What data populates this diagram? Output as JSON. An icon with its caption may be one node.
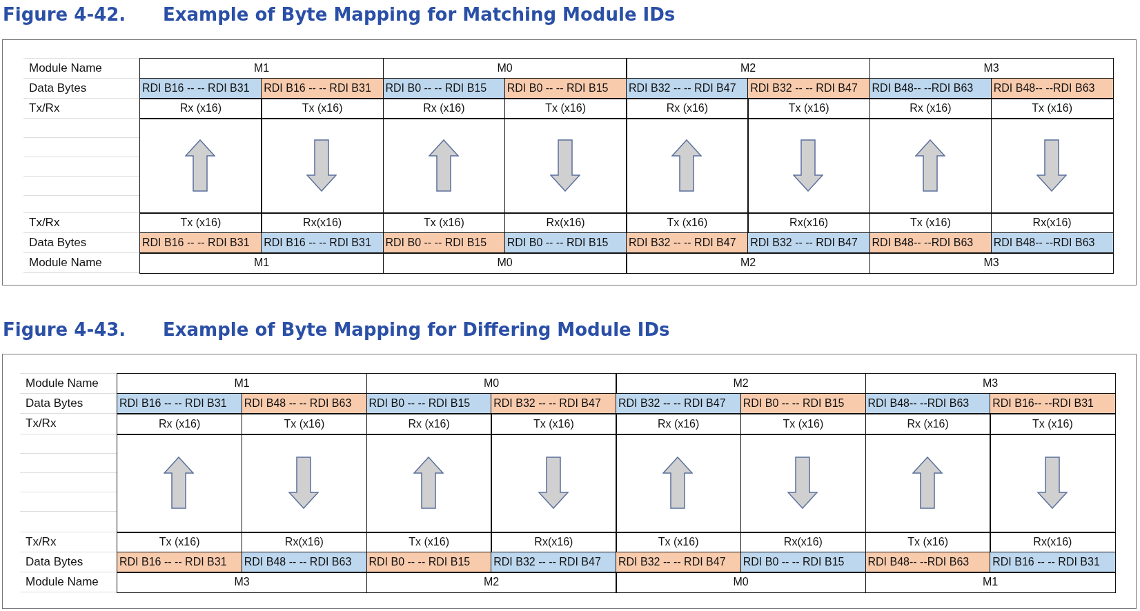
{
  "diagram": {
    "labels": [
      "Figure 4-42.",
      "Example of Byte Mapping for Matching Module IDs",
      "Module Name",
      "M1",
      "M0",
      "M2",
      "M3",
      "Data Bytes",
      "RDI B16 -- -- RDI B31",
      "RDI B16 -- -- RDI B31",
      "RDI B0 -- -- RDI B15",
      "RDI B0 -- -- RDI B15",
      "RDI B32 -- -- RDI B47",
      "RDI B32 -- -- RDI B47",
      "RDI B48-- --RDI B63",
      "RDI B48-- --RDI B63",
      "Tx/Rx",
      "Rx (x16)",
      "Tx (x16)",
      "Rx (x16)",
      "Tx (x16)",
      "Rx (x16)",
      "Tx (x16)",
      "Rx (x16)",
      "Tx (x16)",
      "Tx/Rx",
      "Tx (x16)",
      "Rx(x16)",
      "Tx (x16)",
      "Rx(x16)",
      "Tx (x16)",
      "Rx(x16)",
      "Tx (x16)",
      "Rx(x16)",
      "Data Bytes",
      "RDI B16 -- -- RDI B31",
      "RDI B16 -- -- RDI B31",
      "RDI B0 -- -- RDI B15",
      "RDI B0 -- -- RDI B15",
      "RDI B32 -- -- RDI B47",
      "RDI B32 -- -- RDI B47",
      "RDI B48-- --RDI B63",
      "RDI B48-- --RDI B63",
      "Module Name",
      "M1",
      "M0",
      "M2",
      "M3",
      "Figure 4-43.",
      "Example of Byte Mapping for Differing Module IDs",
      "Module Name",
      "M1",
      "M0",
      "M2",
      "M3",
      "Data Bytes",
      "RDI B16 -- -- RDI B31",
      "RDI B48 -- -- RDI B63",
      "RDI B0 -- -- RDI B15",
      "RDI B32 -- -- RDI B47",
      "RDI B32 -- -- RDI B47",
      "RDI B0 -- -- RDI B15",
      "RDI B48-- --RDI B63",
      "RDI B16-- --RDI B31",
      "Tx/Rx",
      "Rx (x16)",
      "Tx (x16)",
      "Rx (x16)",
      "Tx (x16)",
      "Rx (x16)",
      "Tx (x16)",
      "Rx (x16)",
      "Tx (x16)",
      "Tx/Rx",
      "Tx (x16)",
      "Rx(x16)",
      "Tx (x16)",
      "Rx(x16)",
      "Tx (x16)",
      "Rx(x16)",
      "Tx (x16)",
      "Rx(x16)",
      "Data Bytes",
      "RDI B16 -- -- RDI B31",
      "RDI B48 -- -- RDI B63",
      "RDI B0 -- -- RDI B15",
      "RDI B32 -- -- RDI B47",
      "RDI B32 -- -- RDI B47",
      "RDI B0 -- -- RDI B15",
      "RDI B48-- --RDI B63",
      "RDI B16 -- -- RDI B31",
      "Module Name",
      "M3",
      "M2",
      "M0",
      "M1"
    ]
  }
}
